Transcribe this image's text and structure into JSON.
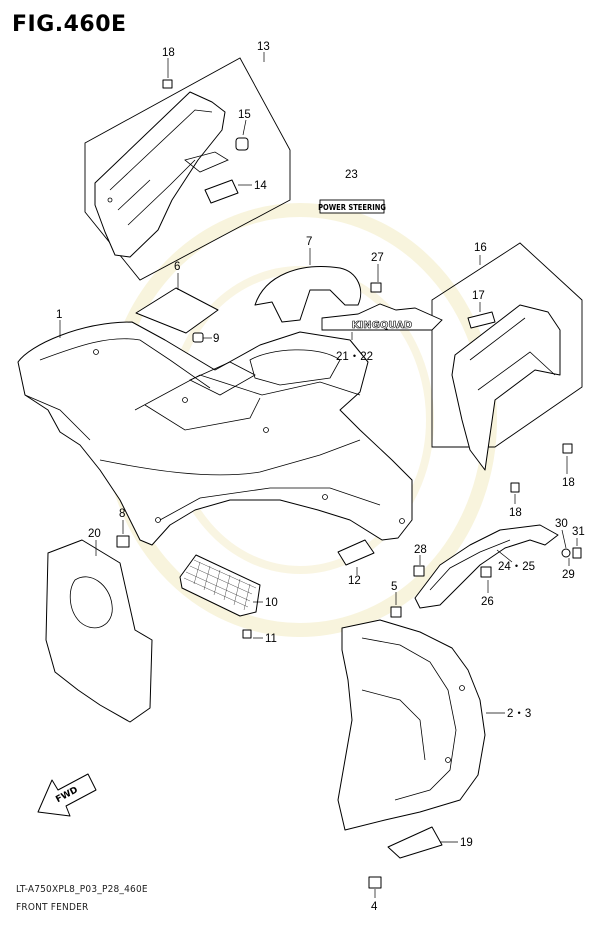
{
  "figure": {
    "title": "FIG.460E",
    "code": "LT-A750XPL8_P03_P28_460E",
    "caption": "FRONT FENDER"
  },
  "decals": {
    "power_steering": "POWER STEERING",
    "kingquad": "KINGQUAD"
  },
  "callouts": {
    "c1": "1",
    "c2_3": "2・3",
    "c4": "4",
    "c5": "5",
    "c6": "6",
    "c7": "7",
    "c8": "8",
    "c9": "9",
    "c10": "10",
    "c11": "11",
    "c12": "12",
    "c13": "13",
    "c14": "14",
    "c15": "15",
    "c16": "16",
    "c17": "17",
    "c18a": "18",
    "c18b": "18",
    "c18c": "18",
    "c19": "19",
    "c20": "20",
    "c21_22": "21・22",
    "c23": "23",
    "c24_25": "24・25",
    "c26": "26",
    "c27": "27",
    "c28": "28",
    "c29": "29",
    "c30": "30",
    "c31": "31"
  },
  "fwd_arrow": {
    "label": "FWD",
    "icon": "fwd-arrow-icon"
  },
  "colors": {
    "line": "#000000",
    "background": "#ffffff",
    "watermark": "#f3ecc8"
  }
}
